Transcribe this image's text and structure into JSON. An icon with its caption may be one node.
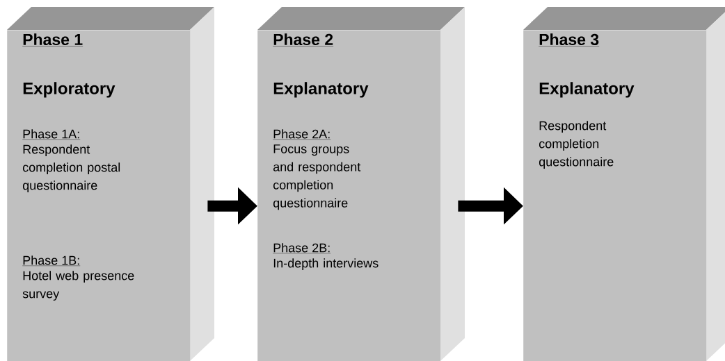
{
  "diagram": {
    "nodes": [
      {
        "text": [
          "Phase 1",
          "Exploratory",
          "Phase 1A:",
          "Respondent completion postal questionnaire",
          "Phase 1B:",
          "Hotel web presence survey"
        ]
      },
      {
        "text": [
          "Phase 2",
          "Explanatory",
          "Phase 2A:",
          "Focus groups and respondent completion questionnaire",
          "Phase 2B:",
          "In-depth interviews"
        ]
      },
      {
        "text": [
          "Phase 3",
          "Explanatory",
          "Respondent completion questionnaire"
        ]
      }
    ],
    "edges": [
      {
        "from": 0,
        "to": 1,
        "arrow": "to"
      },
      {
        "from": 1,
        "to": 2,
        "arrow": "to"
      }
    ]
  }
}
